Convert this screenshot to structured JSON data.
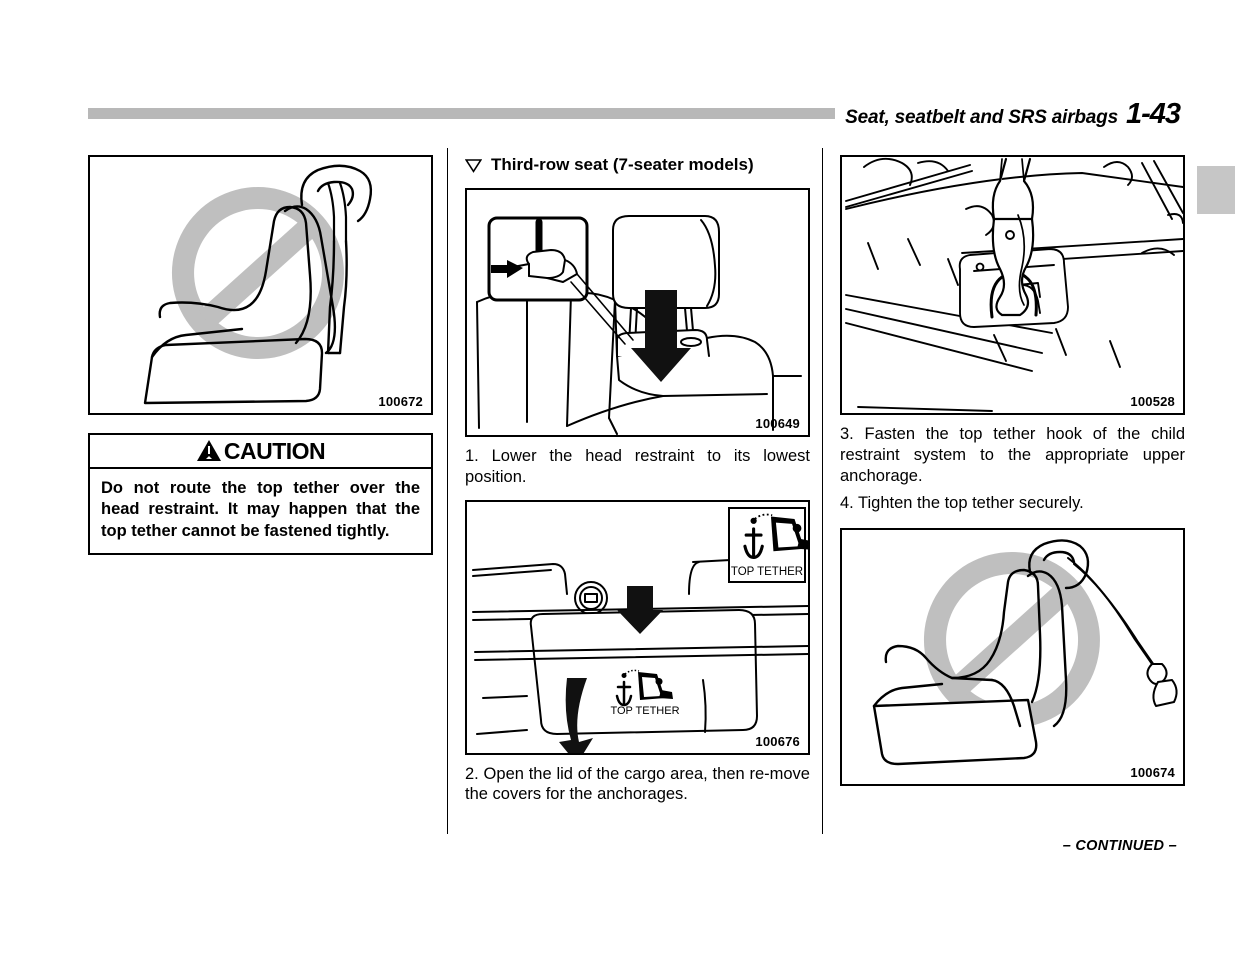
{
  "header": {
    "title": "Seat, seatbelt and SRS airbags",
    "page_number": "1-43"
  },
  "column_left": {
    "figure": {
      "number": "100672",
      "icon": "prohibited-seat-with-top-tether-over-head-restraint"
    },
    "caution": {
      "label": "CAUTION",
      "icon": "warning-triangle-icon",
      "text": "Do not route the top tether over the head restraint. It may happen that the top tether cannot be fastened tightly."
    }
  },
  "column_middle": {
    "heading": "Third-row seat (7-seater models)",
    "heading_marker": "triangle-down-icon",
    "figure_1": {
      "number": "100649",
      "icon": "head-restraint-lower-with-release-button-inset"
    },
    "step_1": "1.  Lower the head restraint to its lowest position.",
    "figure_2": {
      "number": "100676",
      "icon": "cargo-area-lid-top-tether-anchorage-covers",
      "label_badge": "TOP TETHER",
      "label_cover": "TOP TETHER"
    },
    "step_2": "2.  Open the lid of the cargo area, then re-move the covers for the anchorages."
  },
  "column_right": {
    "figure_1": {
      "number": "100528",
      "icon": "tether-hook-fastened-to-floor-anchorage"
    },
    "step_3": "3.  Fasten the top tether hook of the child restraint system to the appropriate upper anchorage.",
    "step_4": "4.  Tighten the top tether securely.",
    "figure_2": {
      "number": "100674",
      "icon": "prohibited-child-seat-with-loose-tether-strap"
    }
  },
  "footer": {
    "continued": "– CONTINUED –"
  },
  "colors": {
    "header_rule": "#b8b8b8",
    "chapter_tab": "#c6c6c6",
    "prohibition_gray": "#bfbfbf",
    "ink": "#000000",
    "paper": "#ffffff"
  }
}
